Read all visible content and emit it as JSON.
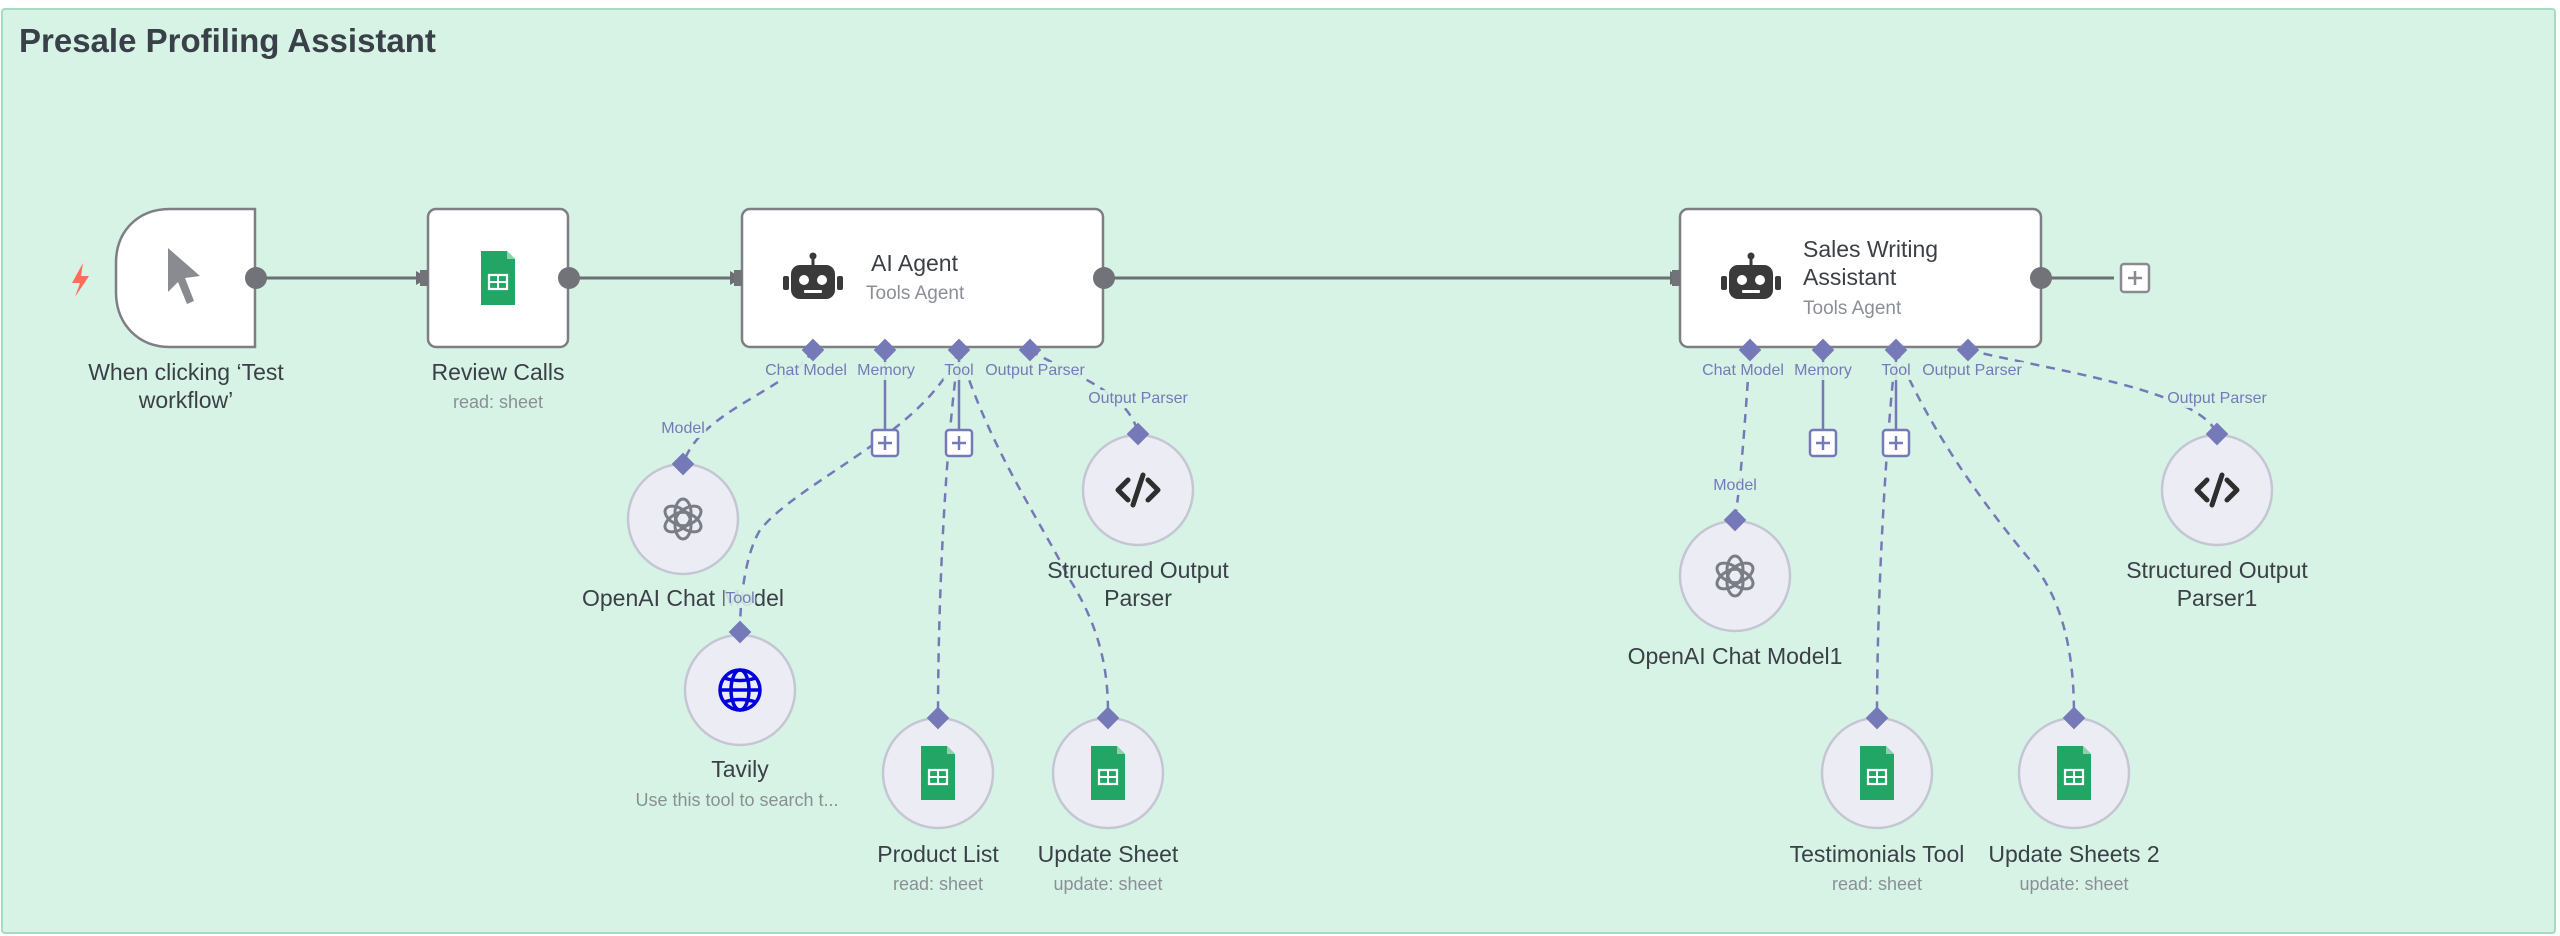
{
  "workflow": {
    "title": "Presale Profiling Assistant"
  },
  "colors": {
    "canvas_bg": "#d7f3e6",
    "connector": "#7679b8",
    "main_wire": "#6d6e73",
    "trigger_bolt": "#ff6d5a",
    "sheets_green": "#23a566",
    "globe_blue": "#0000dd"
  },
  "nodes": {
    "trigger": {
      "label": "When clicking ‘Test workflow’",
      "icon": "cursor-icon"
    },
    "review_calls": {
      "label": "Review Calls",
      "subtitle": "read: sheet",
      "icon": "google-sheets-icon"
    },
    "ai_agent": {
      "label": "AI Agent",
      "subtitle": "Tools Agent",
      "icon": "robot-icon"
    },
    "sales_writing": {
      "label": "Sales Writing Assistant",
      "subtitle": "Tools Agent",
      "icon": "robot-icon"
    },
    "openai_1": {
      "label": "OpenAI Chat Model",
      "icon": "openai-icon"
    },
    "structured_1": {
      "label": "Structured Output Parser",
      "icon": "code-icon"
    },
    "tavily": {
      "label": "Tavily",
      "subtitle": "Use this tool to search t...",
      "icon": "globe-icon"
    },
    "product_list": {
      "label": "Product List",
      "subtitle": "read: sheet",
      "icon": "google-sheets-icon"
    },
    "update_sheet": {
      "label": "Update Sheet",
      "subtitle": "update: sheet",
      "icon": "google-sheets-icon"
    },
    "openai_2": {
      "label": "OpenAI Chat Model1",
      "icon": "openai-icon"
    },
    "structured_2": {
      "label": "Structured Output Parser1",
      "icon": "code-icon"
    },
    "testimonials": {
      "label": "Testimonials Tool",
      "subtitle": "read: sheet",
      "icon": "google-sheets-icon"
    },
    "update_sheets_2": {
      "label": "Update Sheets 2",
      "subtitle": "update: sheet",
      "icon": "google-sheets-icon"
    }
  },
  "ports": {
    "chat_model": "Chat Model",
    "memory": "Memory",
    "tool": "Tool",
    "output_parser": "Output Parser"
  },
  "edge_labels": {
    "model": "Model",
    "tool": "Tool",
    "output_parser": "Output Parser"
  }
}
